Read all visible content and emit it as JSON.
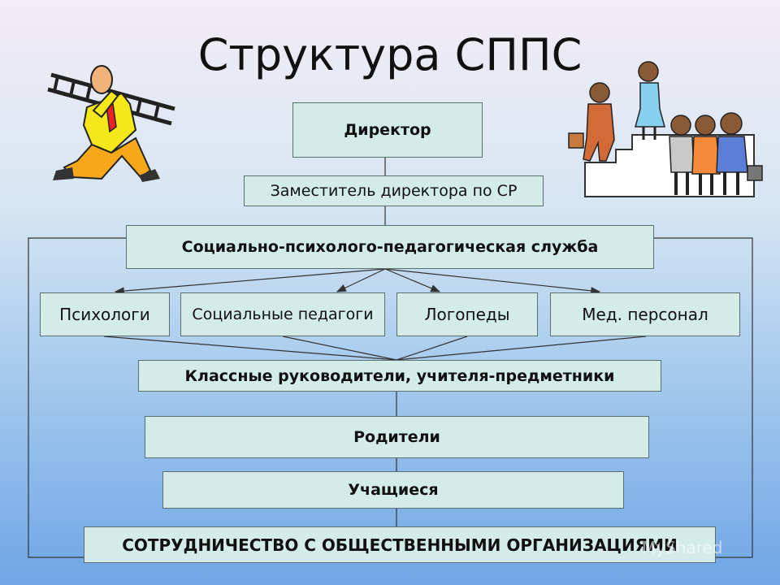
{
  "slide": {
    "title": "Структура СППС"
  },
  "diagram": {
    "director": "Директор",
    "deputy": "Заместитель директора по СР",
    "service": "Социально-психолого-педагогическая служба",
    "specialists": [
      "Психологи",
      "Социальные педагоги",
      "Логопеды",
      "Мед. персонал"
    ],
    "teachers": "Классные руководители, учителя-предметники",
    "parents": "Родители",
    "students": "Учащиеся",
    "cooperation": "СОТРУДНИЧЕСТВО С ОБЩЕСТВЕННЫМИ ОРГАНИЗАЦИЯМИ"
  },
  "watermark": "MyShared",
  "colors": {
    "box_fill": "#d4ece8",
    "box_border": "#5c6f70",
    "line": "#333333"
  }
}
